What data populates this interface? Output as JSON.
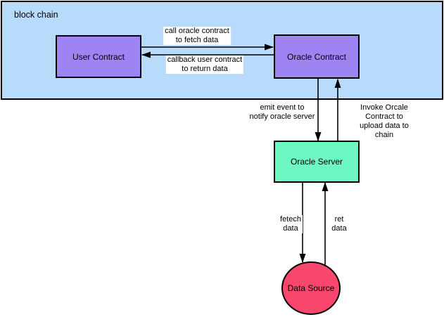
{
  "diagram": {
    "container": {
      "label": "block chain"
    },
    "nodes": {
      "user_contract": {
        "label": "User Contract"
      },
      "oracle_contract": {
        "label": "Oracle Contract"
      },
      "oracle_server": {
        "label": "Oracle Server"
      },
      "data_source": {
        "label": "Data Source"
      }
    },
    "edges": {
      "call": {
        "label": "call oracle contract\nto fetch data",
        "from": "user_contract",
        "to": "oracle_contract"
      },
      "callback": {
        "label": "callback user contract\nto return data",
        "from": "oracle_contract",
        "to": "user_contract"
      },
      "emit": {
        "label": "emit event to\nnotify oracle server",
        "from": "oracle_contract",
        "to": "oracle_server"
      },
      "invoke": {
        "label": "Invoke Orcale Contract to\nupload data to chain",
        "from": "oracle_server",
        "to": "oracle_contract"
      },
      "fetch": {
        "label": "fetech\ndata",
        "from": "oracle_server",
        "to": "data_source"
      },
      "ret": {
        "label": "ret\ndata",
        "from": "data_source",
        "to": "oracle_server"
      }
    },
    "colors": {
      "blockchain_fill": "#b8dbfc",
      "contract_fill": "#9e84f2",
      "server_fill": "#6cf7c3",
      "data_source_fill": "#f8466c",
      "stroke": "#000000",
      "label_bg": "#ffffff"
    }
  }
}
